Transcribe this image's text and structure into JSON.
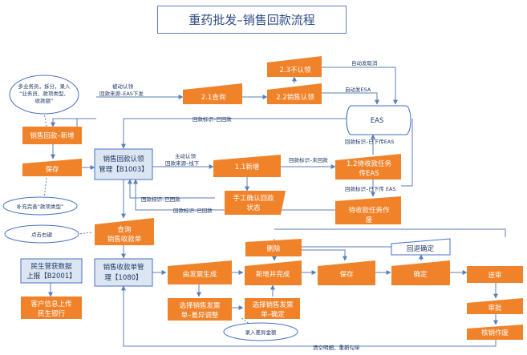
{
  "title": "重药批发–销售回款流程",
  "colors": {
    "orange": "#f0822a",
    "blue_box": "#dce6f2",
    "blue_border": "#4472c4",
    "line": "#5b7fb8",
    "text_on_orange": "#ffffff",
    "text_dark": "#1f3864"
  },
  "nodes": {
    "n_2_1": "2.1查询",
    "n_2_2": "2.2销售认领",
    "n_2_3": "2.3不认领",
    "eas": "EAS",
    "n_1_1": "1.1新增",
    "n_1_2_a": "1.2待收款任务",
    "n_1_2_b": "传EAS",
    "manual_a": "手工确认回款",
    "manual_b": "状态",
    "pending_a": "待收款任务作",
    "pending_b": "废",
    "claim_a": "销售回款认领",
    "claim_b": "管理【B1003】",
    "sales_add": "销售回款–新增",
    "save1": "保存",
    "query_a": "查询",
    "query_b": "销售收款单",
    "ms_a": "民生营获数据",
    "ms_b": "上报【B2001】",
    "cust_a": "客户信息上传",
    "cust_b": "民生银行",
    "recv_a": "销售收款单管",
    "recv_b": "理【1080】",
    "invoice_gen": "由发票生成",
    "select1_a": "选择销售发票",
    "select1_b": "单–差异调整",
    "select2_a": "选择销售发票",
    "select2_b": "单–确定",
    "delete": "删除",
    "add_complete": "新增并完成",
    "save2": "保存",
    "rollback": "回退确定",
    "confirm": "确定",
    "submit": "送审",
    "approve": "审批",
    "verify": "核销作废"
  },
  "notes": {
    "multi_a": "多业务员，拆分，录入",
    "multi_b": "“业务员、款项类型、",
    "multi_c": "收款额”",
    "supplement": "补充完善“款项类型”",
    "right_click": "点击右键",
    "diff_amount": "录入差异金额"
  },
  "edge_labels": {
    "passive_a": "被动认领",
    "passive_b": "回款来源–EAS下发",
    "active_a": "主动认领",
    "active_b": "回款来源–线下",
    "auto_cancel": "自动发取消",
    "auto_eas": "自动发ESA",
    "back_done1": "回款标识–已回款",
    "back_not": "回款标识–未回款",
    "sent_eas1": "回款标识–已下传EAS",
    "sent_eas2": "回款标识–已下传 EAS",
    "back_done2": "回款标识–已回款",
    "back_done3": "回款标识–已回款",
    "clear": "清空明细，重新勾单"
  }
}
